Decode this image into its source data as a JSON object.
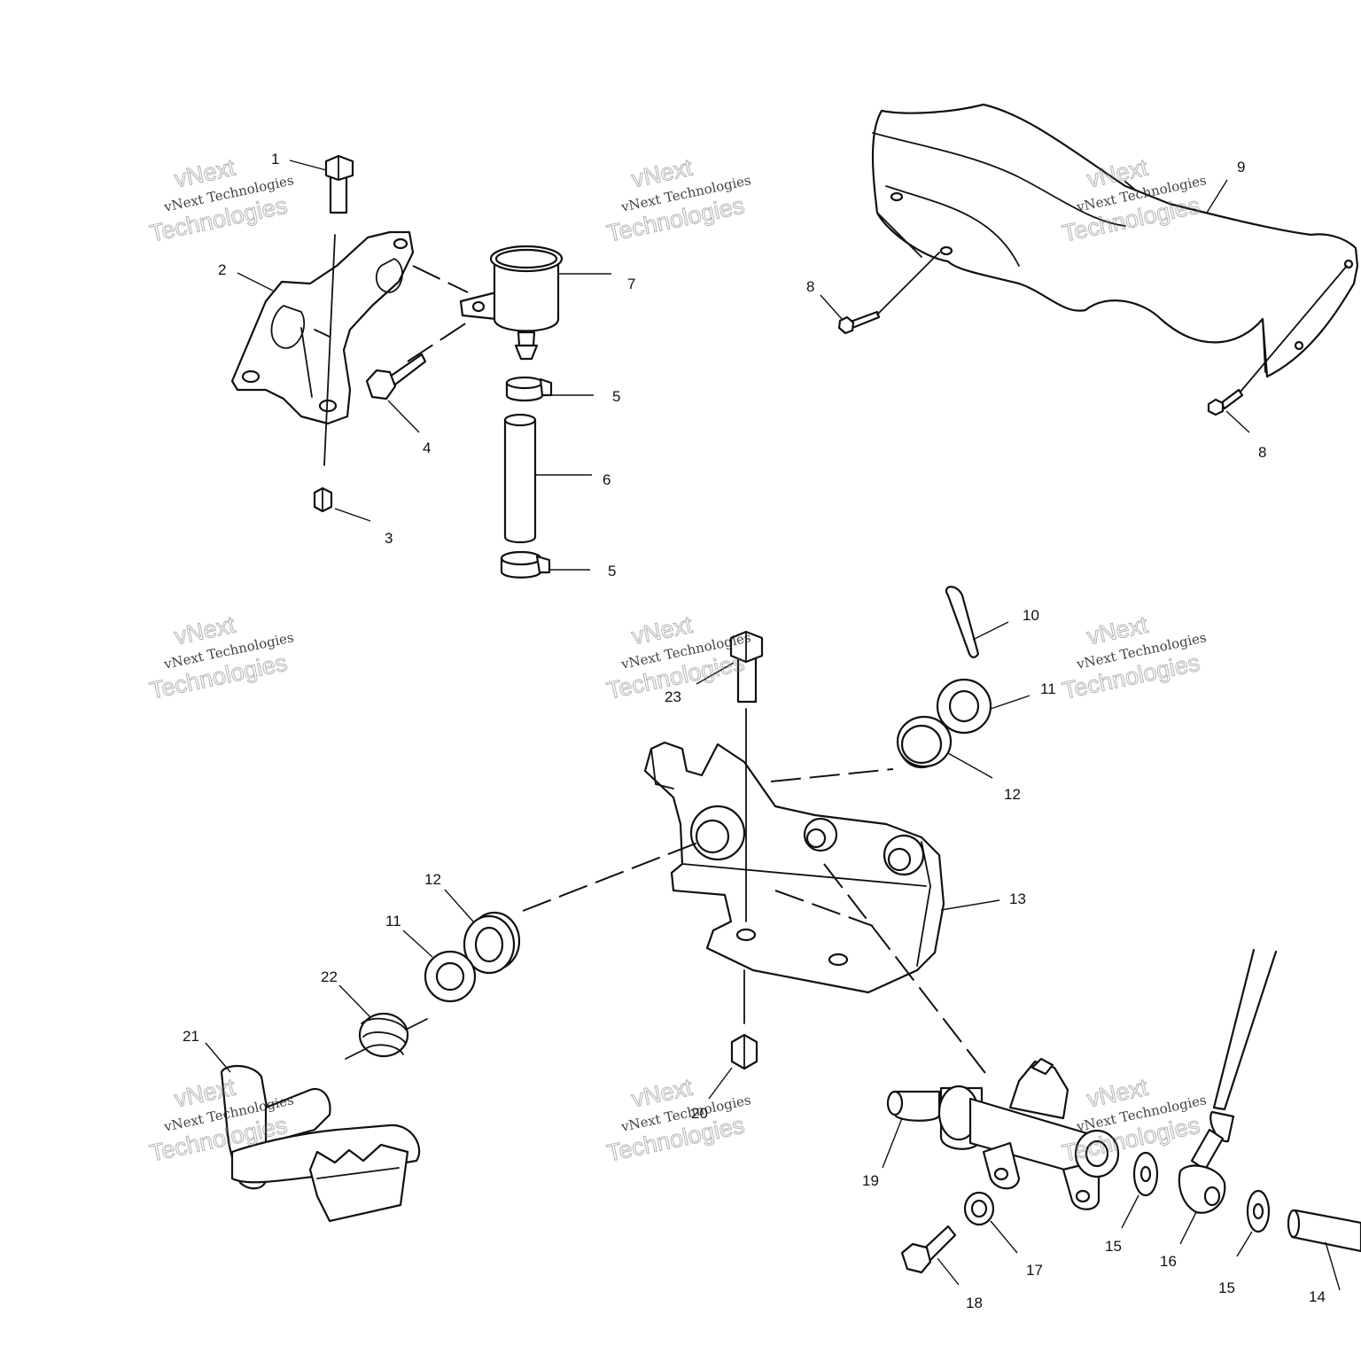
{
  "callouts": {
    "c1": "1",
    "c2": "2",
    "c3": "3",
    "c4": "4",
    "c5a": "5",
    "c5b": "5",
    "c6": "6",
    "c7": "7",
    "c8a": "8",
    "c8b": "8",
    "c9": "9",
    "c10": "10",
    "c11a": "11",
    "c11b": "11",
    "c12a": "12",
    "c12b": "12",
    "c13": "13",
    "c14": "14",
    "c15a": "15",
    "c15b": "15",
    "c16": "16",
    "c17": "17",
    "c18": "18",
    "c19": "19",
    "c20": "20",
    "c21": "21",
    "c22": "22",
    "c23": "23"
  },
  "watermark": {
    "line_small": "vNext Technologies",
    "line_top": "vNext",
    "line_big": "Technologies"
  }
}
